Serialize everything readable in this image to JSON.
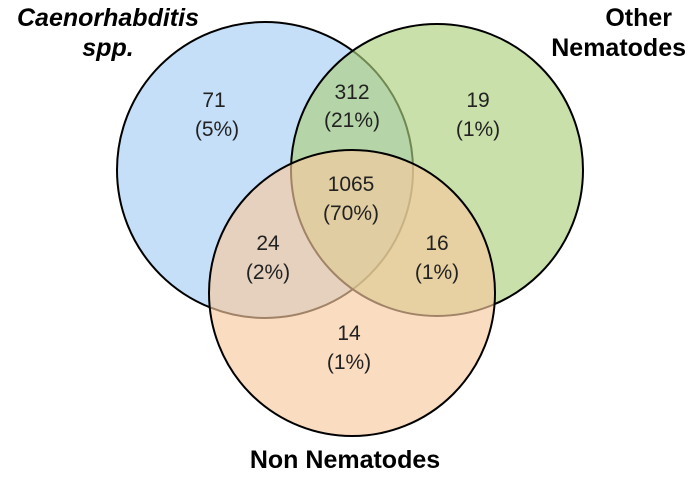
{
  "sets": {
    "a": {
      "label_line1": "Caenorhabditis",
      "label_line2": "spp.",
      "color": "#a6cef5"
    },
    "b": {
      "label_line1": "Other",
      "label_line2": "Nematodes",
      "color": "#acd07d"
    },
    "c": {
      "label": "Non Nematodes",
      "color": "#f8ca9e"
    }
  },
  "regions": {
    "a_only": {
      "count": "71",
      "pct": "(5%)"
    },
    "ab": {
      "count": "312",
      "pct": "(21%)"
    },
    "b_only": {
      "count": "19",
      "pct": "(1%)"
    },
    "abc": {
      "count": "1065",
      "pct": "(70%)"
    },
    "ac": {
      "count": "24",
      "pct": "(2%)"
    },
    "bc": {
      "count": "16",
      "pct": "(1%)"
    },
    "c_only": {
      "count": "14",
      "pct": "(1%)"
    }
  },
  "colors": {
    "outline": "#000000",
    "text": "#222222"
  }
}
